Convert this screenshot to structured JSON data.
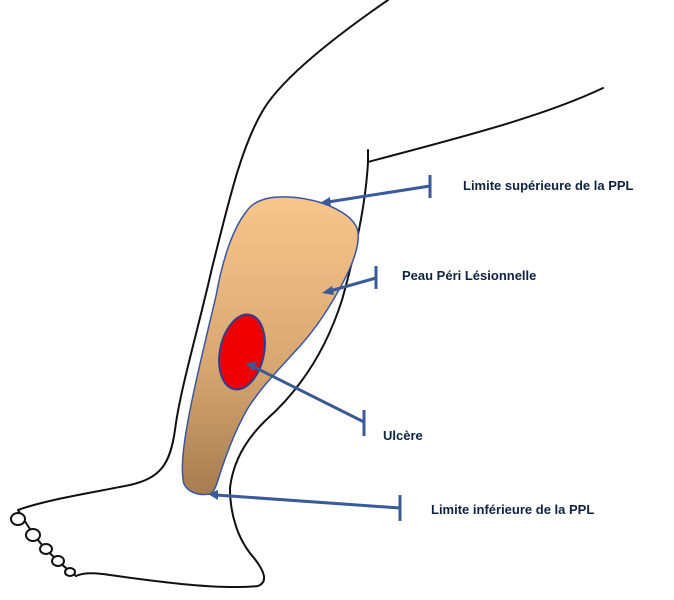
{
  "labels": {
    "limite_superieure": "Limite supérieure de la PPL",
    "peau_peri_lesionnelle": "Peau Péri Lésionnelle",
    "ulcere": "Ulcère",
    "limite_inferieure": "Limite inférieure de la PPL"
  },
  "colors": {
    "outline": "#111111",
    "skin_top": "#f8c68c",
    "skin_bottom": "#a67d50",
    "skin_border": "#3a56a0",
    "ulcer": "#ee0000",
    "ulcer_border": "#2c3f95",
    "arrow": "#3a5a98",
    "label_text": "#0f2240"
  }
}
